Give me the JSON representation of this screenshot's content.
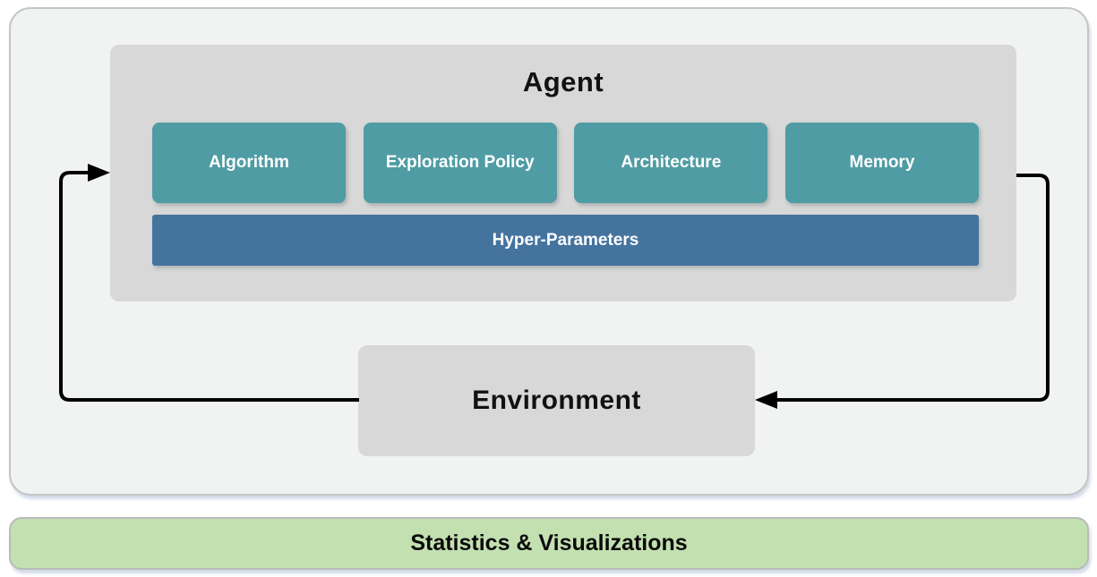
{
  "diagram": {
    "agent": {
      "title": "Agent",
      "modules": [
        {
          "label": "Algorithm"
        },
        {
          "label": "Exploration Policy"
        },
        {
          "label": "Architecture"
        },
        {
          "label": "Memory"
        }
      ],
      "hyper_parameters_label": "Hyper-Parameters"
    },
    "environment": {
      "label": "Environment"
    },
    "footer": {
      "label": "Statistics & Visualizations"
    },
    "arrows": [
      {
        "name": "environment-to-agent",
        "direction": "left-side loop, arrowhead enters Agent left edge"
      },
      {
        "name": "agent-to-environment",
        "direction": "right-side loop, arrowhead enters Environment right edge"
      }
    ],
    "colors": {
      "module_teal": "#4F9CA4",
      "hyper_parameters_blue": "#44739E",
      "panel_gray": "#D8D8D8",
      "container_gray": "#F1F2F2",
      "footer_green": "#C3E0B1",
      "arrow_black": "#000000"
    }
  }
}
